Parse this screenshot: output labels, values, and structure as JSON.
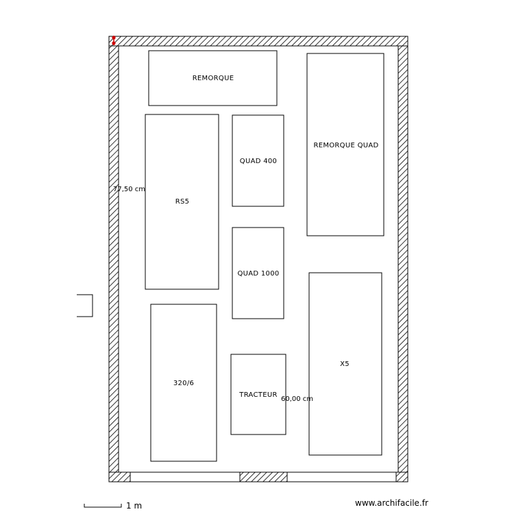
{
  "plan": {
    "items": [
      {
        "label": "REMORQUE"
      },
      {
        "label": "REMORQUE QUAD"
      },
      {
        "label": "QUAD 400"
      },
      {
        "label": "RS5"
      },
      {
        "label": "QUAD 1000"
      },
      {
        "label": "X5"
      },
      {
        "label": "320/6"
      },
      {
        "label": "TRACTEUR"
      }
    ],
    "dimensions": {
      "left_wall": "77,50 cm",
      "tracteur_gap": "60,00 cm"
    }
  },
  "footer": {
    "scale": "1 m",
    "watermark": "www.archifacile.fr"
  },
  "colors": {
    "wall_hatch": "#000000",
    "marker": "#cc0000"
  }
}
